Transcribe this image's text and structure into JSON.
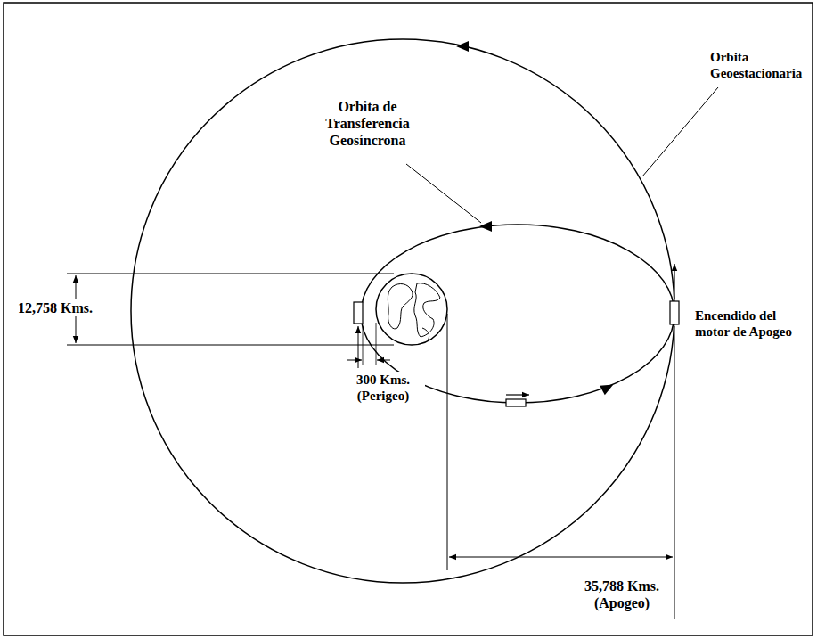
{
  "diagram": {
    "labels": [
      "Orbita Geoestacionaria",
      "Orbita de Transferencia Geosíncrona",
      "12,758 Kms.",
      "Encendido del motor de Apogeo",
      "300 Kms. (Perigeo)",
      "35,788 Kms. (Apogeo)"
    ]
  }
}
